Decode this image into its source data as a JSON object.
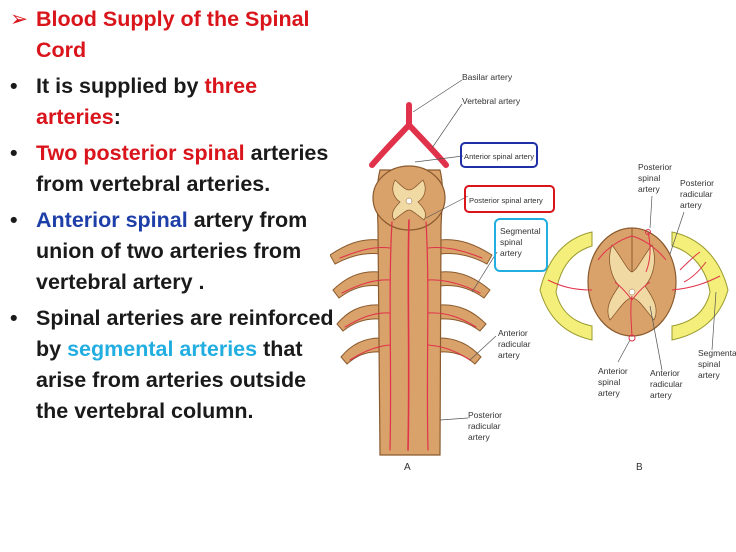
{
  "bullets": [
    {
      "marker": "➢",
      "parts": [
        {
          "text": "Blood Supply of the Spinal Cord",
          "style": "red"
        }
      ]
    },
    {
      "marker": "•",
      "parts": [
        {
          "text": "It is supplied by ",
          "style": "normal"
        },
        {
          "text": "three arteries",
          "style": "red"
        },
        {
          "text": ":",
          "style": "normal"
        }
      ]
    },
    {
      "marker": "•",
      "parts": [
        {
          "text": " Two posterior spinal",
          "style": "red"
        },
        {
          "text": " arteries from vertebral arteries.",
          "style": "normal"
        }
      ]
    },
    {
      "marker": "•",
      "parts": [
        {
          "text": " Anterior spinal",
          "style": "blue"
        },
        {
          "text": " artery from union of two arteries from vertebral artery .",
          "style": "normal"
        }
      ]
    },
    {
      "marker": "•",
      "parts": [
        {
          "text": "Spinal arteries are reinforced by ",
          "style": "normal"
        },
        {
          "text": "segmental arteries",
          "style": "cyan"
        },
        {
          "text": " that arise from arteries outside the vertebral column.",
          "style": "normal"
        }
      ]
    }
  ],
  "figure": {
    "labels": {
      "basilar": "Basilar artery",
      "vertebral": "Vertebral artery",
      "anterior_spinal": "Anterior spinal artery",
      "posterior_spinal": "Posterior spinal artery",
      "segmental_spinal_a": [
        "Segmental",
        "spinal",
        "artery"
      ],
      "anterior_radicular_a": [
        "Anterior",
        "radicular",
        "artery"
      ],
      "posterior_radicular_a": [
        "Posterior",
        "radicular",
        "artery"
      ],
      "posterior_spinal_b": [
        "Posterior",
        "spinal",
        "artery"
      ],
      "posterior_radicular_b": [
        "Posterior",
        "radicular",
        "artery"
      ],
      "anterior_spinal_b": [
        "Anterior",
        "spinal",
        "artery"
      ],
      "anterior_radicular_b": [
        "Anterior",
        "radicular",
        "artery"
      ],
      "segmental_spinal_b": [
        "Segmental",
        "spinal",
        "artery"
      ],
      "panel_a": "A",
      "panel_b": "B"
    },
    "colors": {
      "artery": "#e0324a",
      "cord": "#d9a26a",
      "cord_outline": "#8a5a2e",
      "gray_matter": "#f1d9a4",
      "dura": "#f3ef7a",
      "box_blue": "#1f2fa8",
      "box_red": "#d9141b",
      "box_cyan": "#22aee0"
    }
  }
}
